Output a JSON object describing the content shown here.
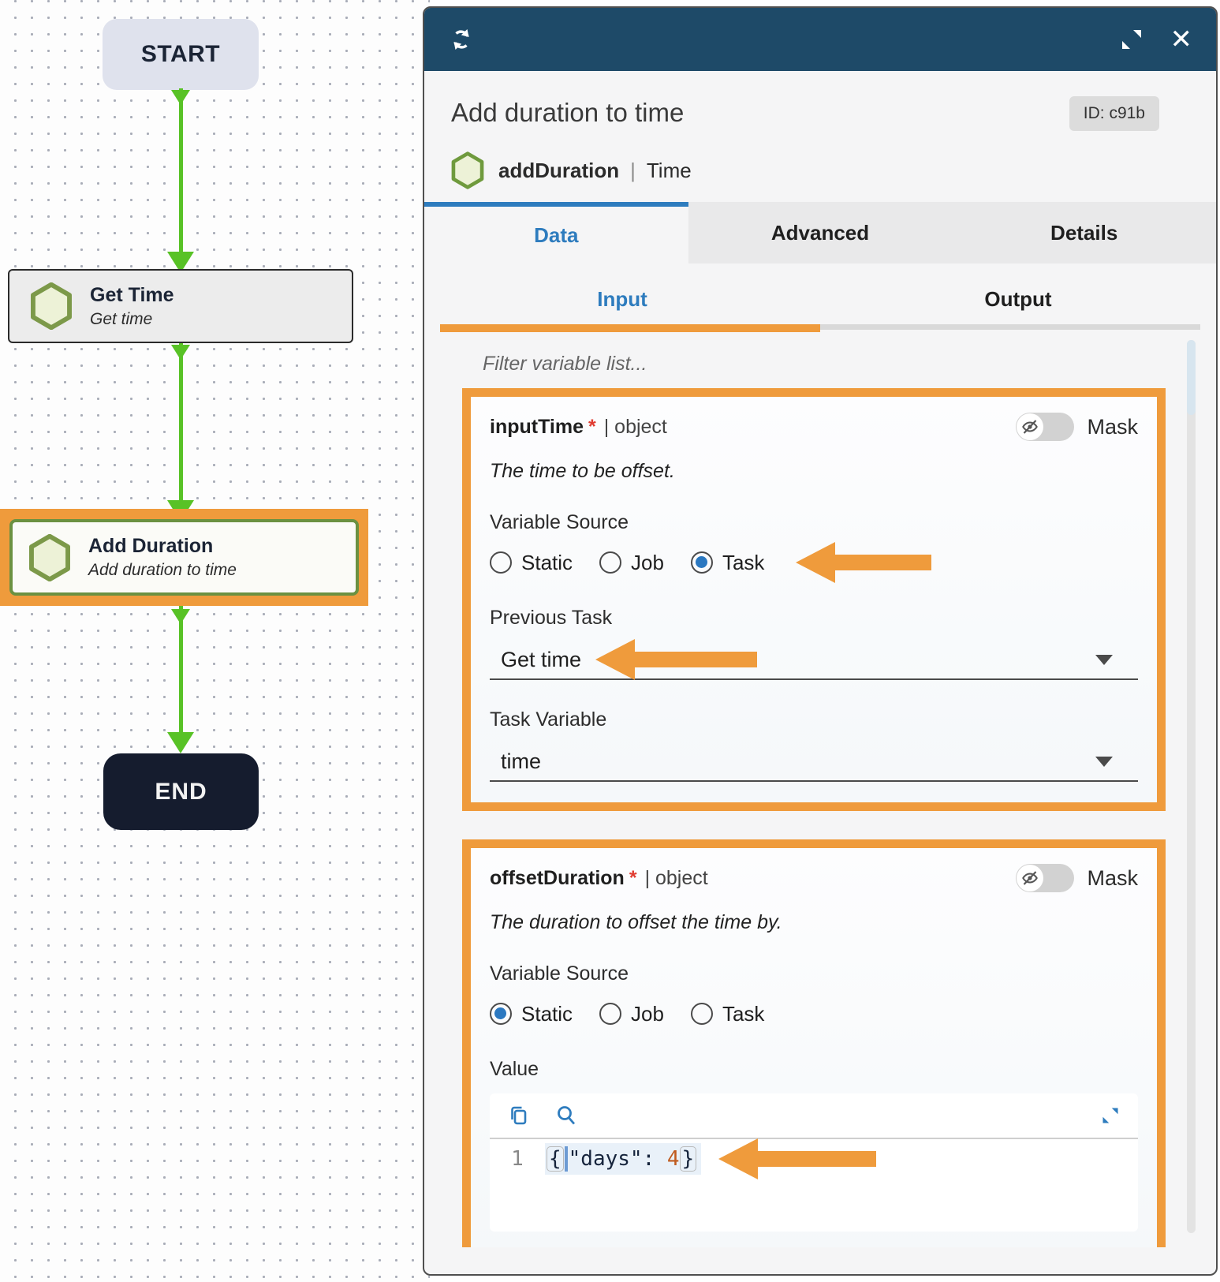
{
  "flowchart": {
    "start_label": "START",
    "end_label": "END",
    "get_time": {
      "title": "Get Time",
      "subtitle": "Get time"
    },
    "add_duration": {
      "title": "Add Duration",
      "subtitle": "Add duration to time"
    }
  },
  "panel": {
    "title": "Add duration to time",
    "id_badge": "ID: c91b",
    "task_name": "addDuration",
    "task_separator": "|",
    "task_type": "Time",
    "tabs": {
      "data": "Data",
      "advanced": "Advanced",
      "details": "Details"
    },
    "subtabs": {
      "input": "Input",
      "output": "Output"
    },
    "filter_placeholder": "Filter variable list...",
    "input_time": {
      "name": "inputTime",
      "required": "*",
      "type": "| object",
      "mask": "Mask",
      "description": "The time to be offset.",
      "source_label": "Variable Source",
      "radio_static": "Static",
      "radio_job": "Job",
      "radio_task": "Task",
      "selected_source": "Task",
      "previous_task_label": "Previous Task",
      "previous_task_value": "Get time",
      "task_variable_label": "Task Variable",
      "task_variable_value": "time"
    },
    "offset_duration": {
      "name": "offsetDuration",
      "required": "*",
      "type": "| object",
      "mask": "Mask",
      "description": "The duration to offset the time by.",
      "source_label": "Variable Source",
      "radio_static": "Static",
      "radio_job": "Job",
      "radio_task": "Task",
      "selected_source": "Static",
      "value_label": "Value",
      "editor": {
        "line_number": "1",
        "open_brace": "{",
        "key_text": "\"days\": ",
        "number_value": "4",
        "close_brace": "}"
      }
    }
  },
  "colors": {
    "accent_orange": "#ef9b3c",
    "accent_blue": "#2e7cbe",
    "header_blue": "#1e4a68",
    "connector_green": "#58c226",
    "radio_selected": "#2b78c0",
    "hexagon_stroke": "#7c9949",
    "hexagon_fill": "#edf2d7",
    "end_node_bg": "#151c2e",
    "start_node_bg": "#dfe2ed"
  }
}
